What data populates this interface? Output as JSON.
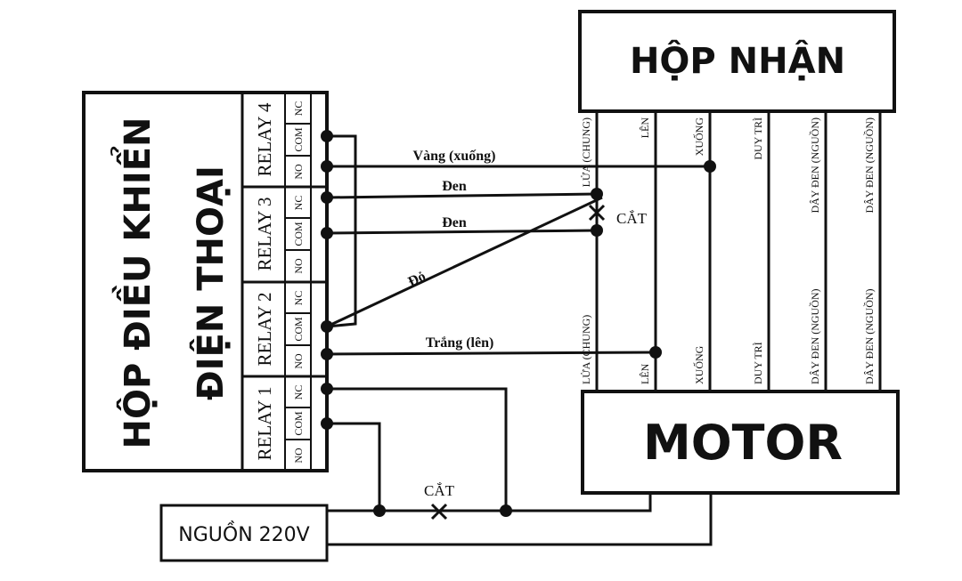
{
  "controller_box": {
    "title_line1": "HỘP ĐIỀU KHIỂN",
    "title_line2": "ĐIỆN THOẠI",
    "relays": [
      {
        "label": "RELAY 4",
        "terminals": [
          "NC",
          "COM",
          "NO"
        ]
      },
      {
        "label": "RELAY 3",
        "terminals": [
          "NC",
          "COM",
          "NO"
        ]
      },
      {
        "label": "RELAY 2",
        "terminals": [
          "NC",
          "COM",
          "NO"
        ]
      },
      {
        "label": "RELAY 1",
        "terminals": [
          "NC",
          "COM",
          "NO"
        ]
      }
    ]
  },
  "receiver_box": {
    "title": "HỘP NHẬN"
  },
  "motor_box": {
    "title": "MOTOR"
  },
  "power_box": {
    "title": "NGUỒN 220V"
  },
  "receiver_wires_top": [
    "LỬA (CHUNG)",
    "LÊN",
    "XUỐNG",
    "DUY TRÌ",
    "DÂY ĐEN (NGUỒN)",
    "DÂY ĐEN (NGUỒN)"
  ],
  "receiver_wires_bottom": [
    "LỬA (CHUNG)",
    "LÊN",
    "XUỐNG",
    "DUY TRÌ",
    "DÂY ĐEN (NGUỒN)",
    "DÂY ĐEN (NGUỒN)"
  ],
  "wire_labels": {
    "yellow": "Vàng (xuống)",
    "black1": "Đen",
    "black2": "Đen",
    "red": "Đỏ",
    "white": "Trắng (lên)"
  },
  "cut_marks": {
    "right": "CẮT",
    "bottom": "CẮT"
  }
}
